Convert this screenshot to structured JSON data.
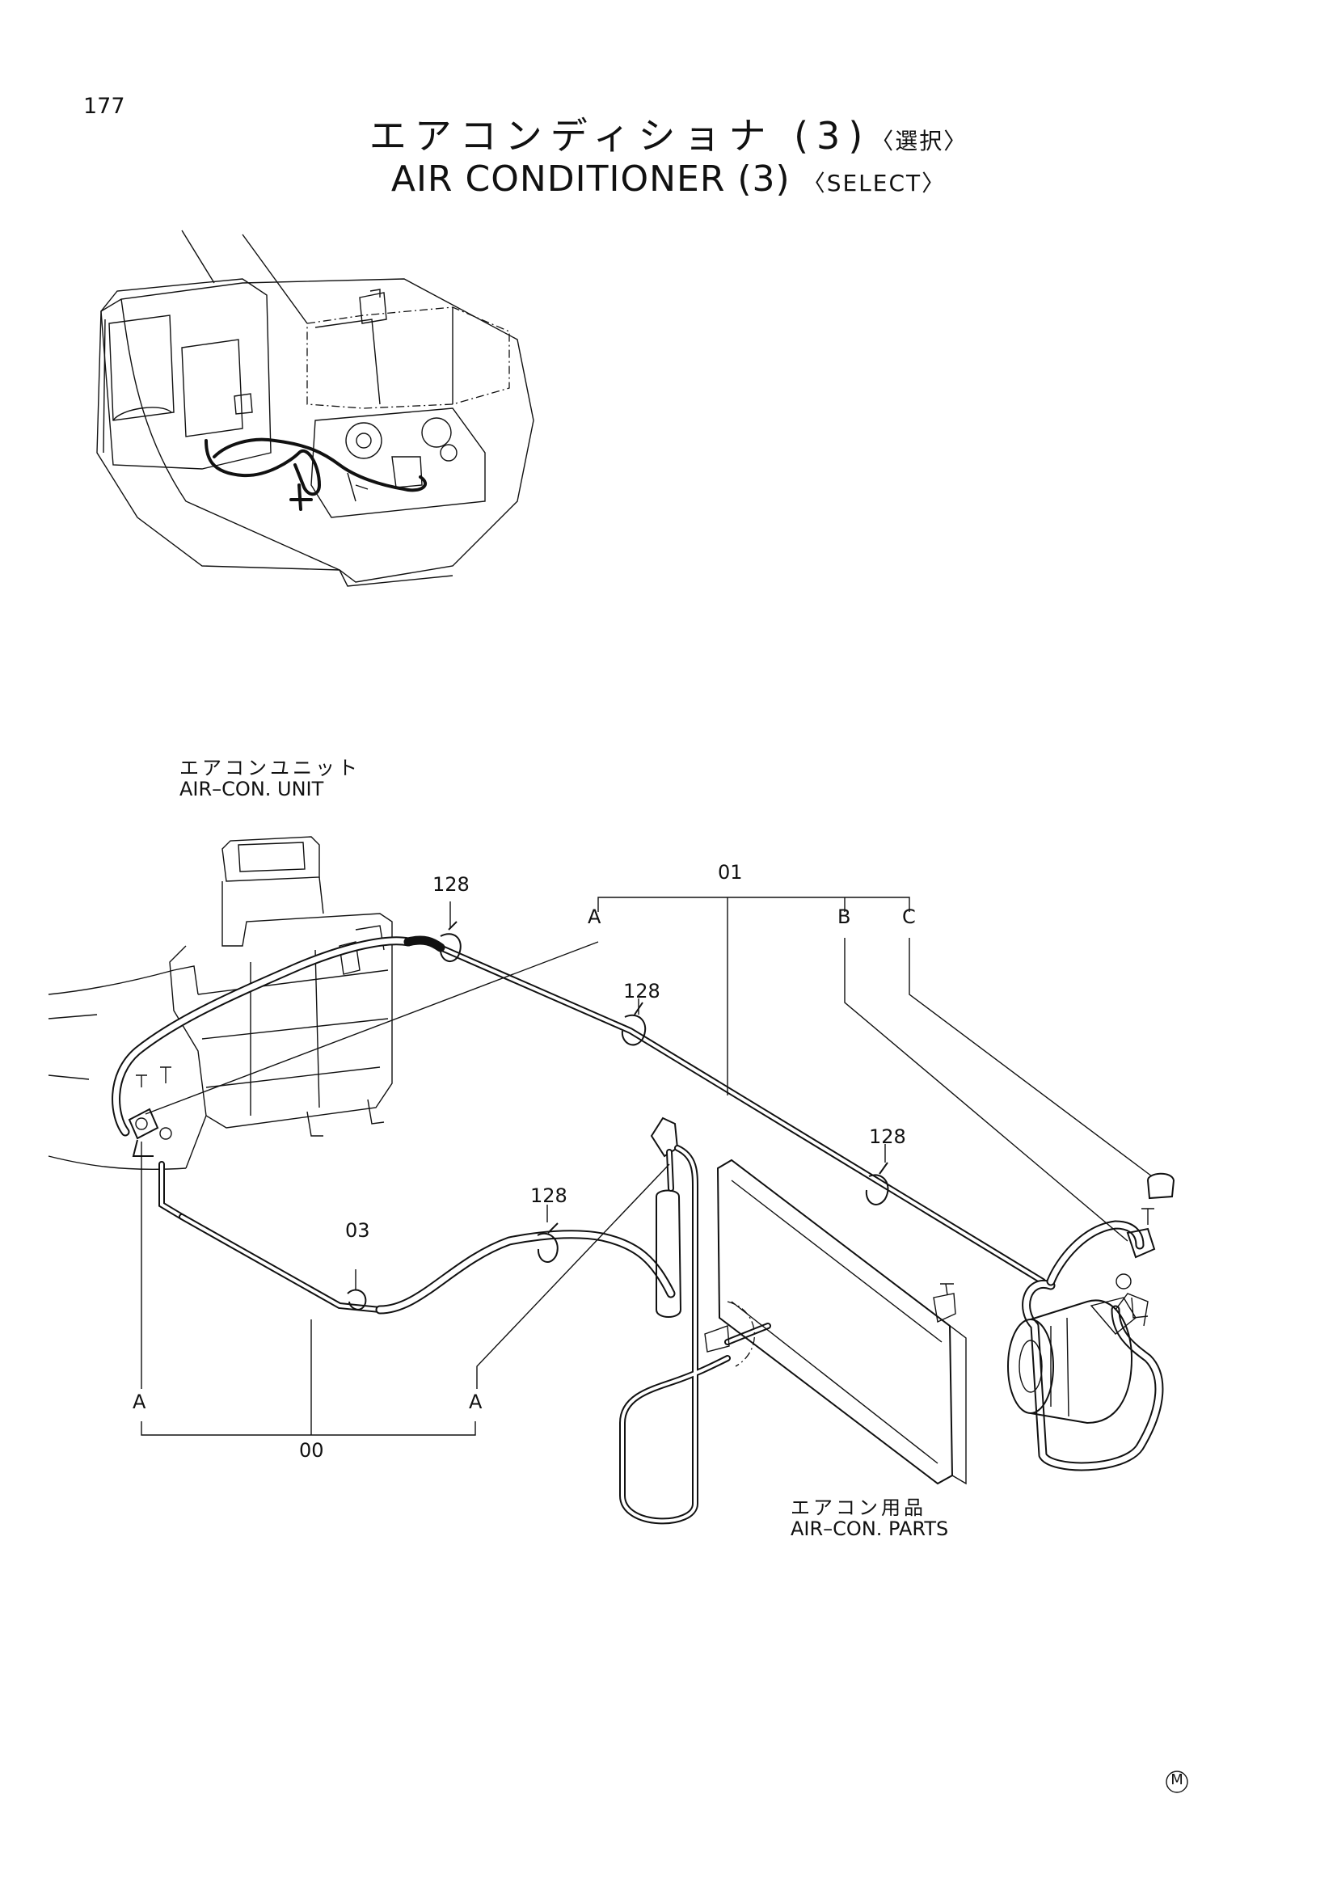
{
  "page": {
    "number": "177",
    "title_jp": "エアコンディショナ (3)",
    "title_jp_suffix": "〈選択〉",
    "title_en": "AIR CONDITIONER (3)",
    "title_en_suffix": "〈SELECT〉",
    "mark": "M"
  },
  "labels": {
    "unit_jp": "エアコンユニット",
    "unit_en": "AIR–CON. UNIT",
    "parts_jp": "エアコン用品",
    "parts_en": "AIR–CON. PARTS"
  },
  "callouts": {
    "group_01": "01",
    "group_00": "00",
    "part_03": "03",
    "clamp_128": "128",
    "ref_a": "A",
    "ref_b": "B",
    "ref_c": "C"
  }
}
